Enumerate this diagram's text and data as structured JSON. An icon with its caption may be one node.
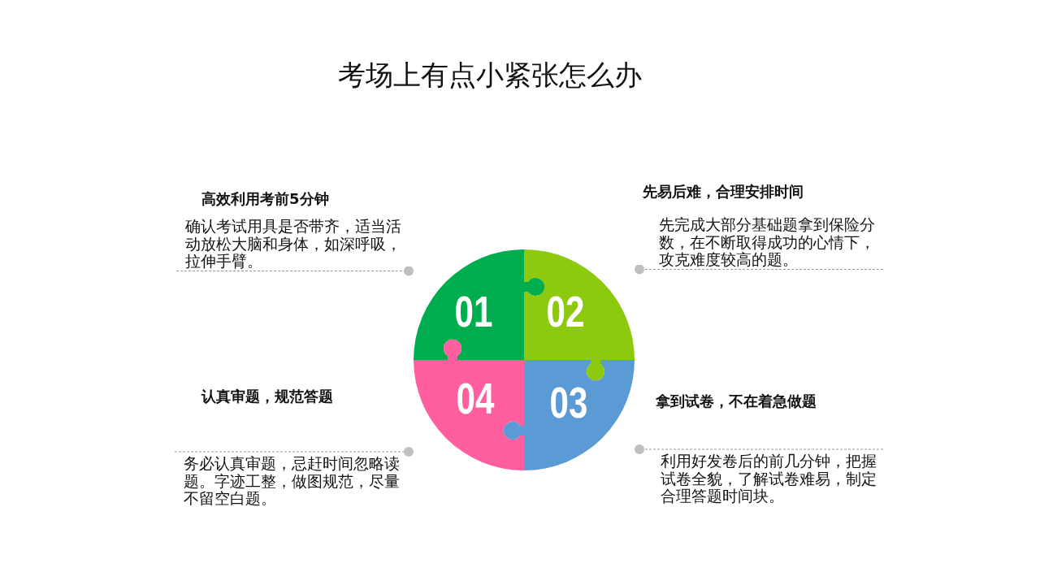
{
  "diagram": {
    "title": "考场上有点小紧张怎么办",
    "nodes": [
      {
        "text": [
          "高效利用考前5分钟",
          "确认考试用具是否带齐，适当活动放松大脑和身体，如深呼吸，拉伸手臂。"
        ]
      },
      {
        "text": [
          "先易后难，合理安排时间",
          "先完成大部分基础题拿到保险分数，在不断取得成功的心情下，攻克难度较高的题。"
        ]
      },
      {
        "text": [
          "01"
        ]
      },
      {
        "text": [
          "02"
        ]
      },
      {
        "text": [
          "04"
        ]
      },
      {
        "text": [
          "03"
        ]
      },
      {
        "text": [
          "认真审题，规范答题",
          "务必认真审题，忌赶时间忽略读题。字迹工整，做图规范，尽量不留空白题。"
        ]
      },
      {
        "text": [
          "拿到试卷，不在着急做题",
          "利用好发卷后的前几分钟，把握试卷全貌，了解试卷难易，制定合理答题时间块。"
        ]
      }
    ],
    "edges": [
      {
        "from": 0,
        "to": 2,
        "arrow": "other",
        "style": "dashed"
      },
      {
        "from": 1,
        "to": 3,
        "arrow": "other",
        "style": "dashed"
      },
      {
        "from": 6,
        "to": 4,
        "arrow": "other",
        "style": "dashed"
      },
      {
        "from": 7,
        "to": 5,
        "arrow": "other",
        "style": "dashed"
      }
    ]
  }
}
